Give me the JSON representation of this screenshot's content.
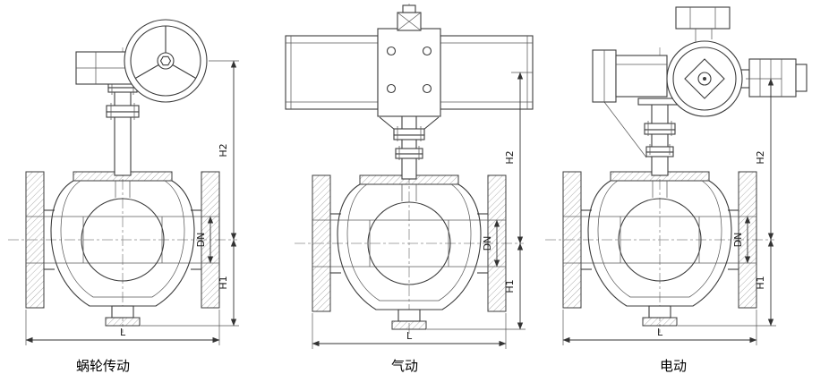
{
  "figures": [
    {
      "caption": "蜗轮传动",
      "dims": {
        "H2": "H2",
        "DN": "DN",
        "H1": "H1",
        "L": "L"
      }
    },
    {
      "caption": "气动",
      "dims": {
        "H2": "H2",
        "DN": "DN",
        "H1": "H1",
        "L": "L"
      }
    },
    {
      "caption": "电动",
      "dims": {
        "H2": "H2",
        "DN": "DN",
        "H1": "H1",
        "L": "L"
      }
    }
  ],
  "colors": {
    "line": "#3c3c3c",
    "dimension": "#333333",
    "background": "#ffffff"
  }
}
